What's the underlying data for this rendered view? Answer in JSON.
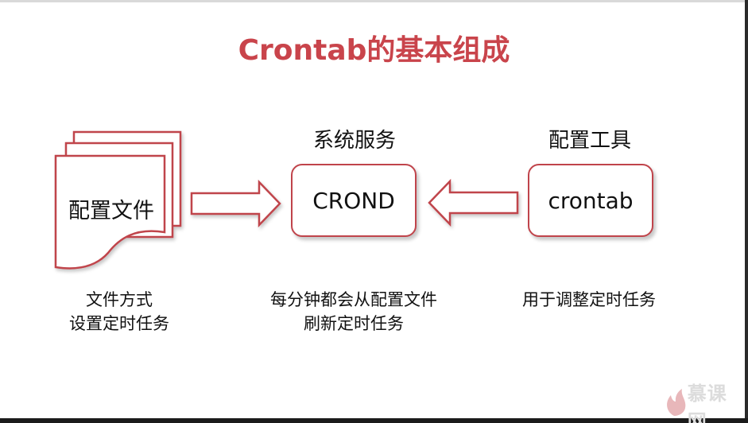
{
  "title": "Crontab的基本组成",
  "components": {
    "config_file": {
      "label": "配置文件",
      "caption_lines": [
        "文件方式",
        "设置定时任务"
      ]
    },
    "system_service": {
      "heading": "系统服务",
      "label": "CROND",
      "caption_lines": [
        "每分钟都会从配置文件",
        "刷新定时任务"
      ]
    },
    "config_tool": {
      "heading": "配置工具",
      "label": "crontab",
      "caption_lines": [
        "用于调整定时任务"
      ]
    }
  },
  "logo": {
    "text": "慕课网",
    "icon": "flame-icon"
  },
  "colors": {
    "accent": "#c9444b",
    "stroke": "#c0444b",
    "text": "#111111"
  }
}
